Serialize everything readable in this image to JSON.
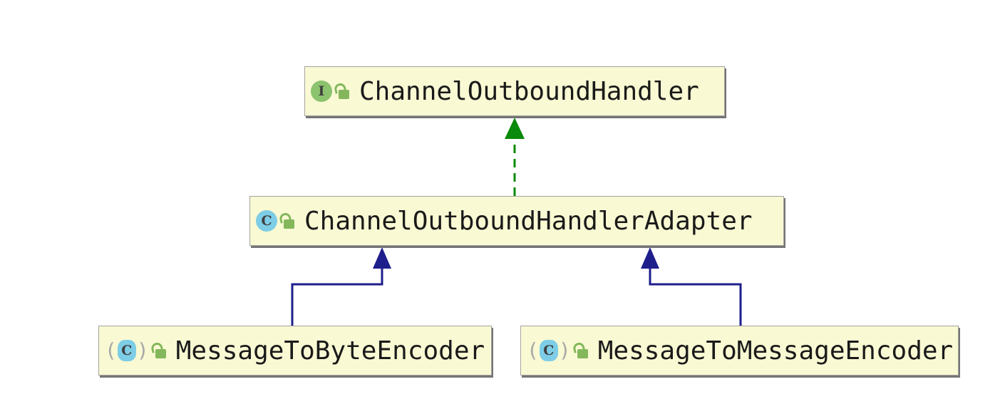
{
  "diagram": {
    "kind": "uml-class-diagram",
    "background_color": "#ffffff",
    "node_style": {
      "fill": "#f9f9d3",
      "border": "#a3a3a3",
      "shadow": "#757575",
      "text_color": "#1a1a1a"
    },
    "nodes": [
      {
        "label": "ChannelOutboundHandler",
        "kind": "interface",
        "modifier": "public"
      },
      {
        "label": "ChannelOutboundHandlerAdapter",
        "kind": "class",
        "modifier": "public"
      },
      {
        "label": "MessageToByteEncoder",
        "kind": "abstract-class",
        "modifier": "public"
      },
      {
        "label": "MessageToMessageEncoder",
        "kind": "abstract-class",
        "modifier": "public"
      }
    ],
    "edges": [
      {
        "from": "ChannelOutboundHandlerAdapter",
        "to": "ChannelOutboundHandler",
        "relation": "implements",
        "line": "dashed",
        "color": "#0a8a0a"
      },
      {
        "from": "MessageToByteEncoder",
        "to": "ChannelOutboundHandlerAdapter",
        "relation": "extends",
        "line": "solid",
        "color": "#1e1e8c"
      },
      {
        "from": "MessageToMessageEncoder",
        "to": "ChannelOutboundHandlerAdapter",
        "relation": "extends",
        "line": "solid",
        "color": "#1e1e8c"
      }
    ],
    "icons": {
      "interface": {
        "letter": "I",
        "color": "#8cc36e"
      },
      "class": {
        "letter": "C",
        "color": "#7dcde6"
      },
      "abstract_class": {
        "letter": "C",
        "color": "#7dcde6",
        "left_mark": "(",
        "right_mark": ")"
      },
      "lock": {
        "color": "#84b75c",
        "meaning": "public"
      }
    }
  }
}
